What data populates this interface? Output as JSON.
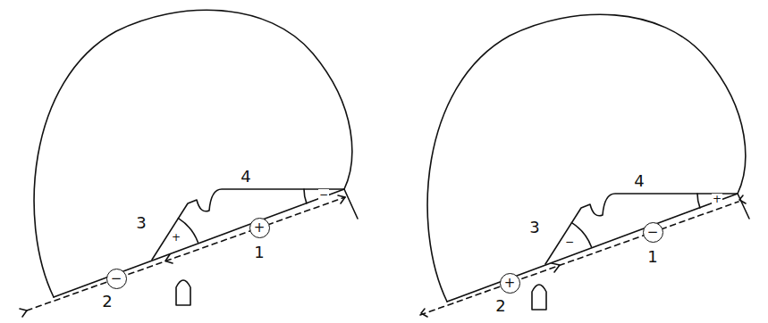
{
  "diagram": {
    "nodes": [
      {
        "text": [
          "−"
        ]
      },
      {
        "text": [
          "+"
        ]
      },
      {
        "text": [
          "+"
        ]
      },
      {
        "text": [
          "−"
        ]
      }
    ],
    "labels": [
      "1",
      "2",
      "3",
      "4",
      "+",
      "−",
      "1",
      "2",
      "3",
      "4",
      "−",
      "+"
    ]
  }
}
